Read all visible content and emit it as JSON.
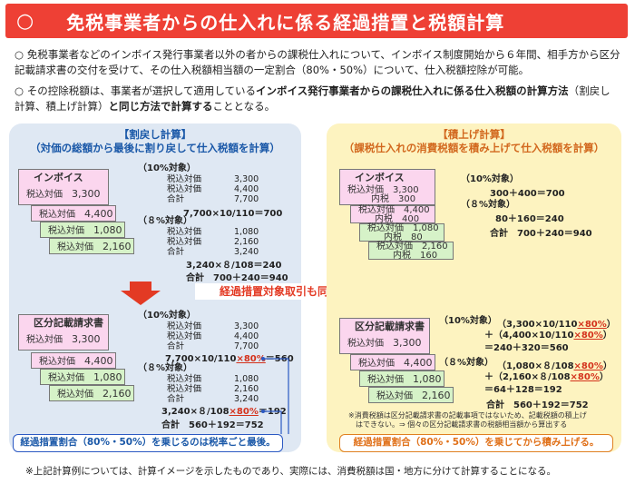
{
  "title": {
    "circle": "○",
    "text": "免税事業者からの仕入れに係る経過措置と税額計算"
  },
  "bullets": {
    "b1": "○ 免税事業者などのインボイス発行事業者以外の者からの課税仕入れについて、インボイス制度開始から６年間、相手方から区分記載請求書の交付を受けて、その仕入税額相当額の一定割合（80%・50%）について、仕入税額控除が可能。",
    "b2_pre": "○ その控除税額は、事業者が選択して適用している",
    "b2_bold": "インボイス発行事業者からの課税仕入れに係る仕入税額の計算方法",
    "b2_mid": "（割戻し計算、積上げ計算）",
    "b2_bold2": "と同じ方法で計算する",
    "b2_post": "こととなる。"
  },
  "left": {
    "head1": "【割戻し計算】",
    "head2": "（対価の総額から最後に割り戻して仕入税額を計算）",
    "inv_title": "インボイス",
    "kubun_title": "区分記載請求書",
    "lbl_price": "税込対価",
    "vals": [
      "3,300",
      "4,400",
      "1,080",
      "2,160"
    ],
    "r10": "（10%対象）",
    "r8": "（８%対象）",
    "t10_l1": "税込対価",
    "t10_v1": "3,300",
    "t10_l2": "税込対価",
    "t10_v2": "4,400",
    "t10_l3": "合計",
    "t10_v3": "7,700",
    "calc10": "7,700×10/110＝700",
    "t8_l1": "税込対価",
    "t8_v1": "1,080",
    "t8_l2": "税込対価",
    "t8_v2": "2,160",
    "t8_l3": "合計",
    "t8_v3": "3,240",
    "calc8": "3,240×８/108＝240",
    "total": "合計　700＋240＝940",
    "calc10b_pre": "7,700×10/110",
    "calc10b_pct": "×80%",
    "calc10b_post": "＝560",
    "calc8b_pre": "3,240×８/108",
    "calc8b_pct": "×80%",
    "calc8b_post": "＝192",
    "totalb": "合計　560＋192＝752",
    "note": "経過措置割合（80%・50%）を乗じるのは税率ごと最後。"
  },
  "middle": "経過措置対象取引も同じ方法で計算する",
  "right": {
    "head1": "【積上げ計算】",
    "head2": "（課税仕入れの消費税額を積み上げて仕入税額を計算）",
    "inv_title": "インボイス",
    "kubun_title": "区分記載請求書",
    "lbl_price": "税込対価",
    "lbl_tax": "内税",
    "vals": [
      "3,300",
      "4,400",
      "1,080",
      "2,160"
    ],
    "taxes": [
      "300",
      "400",
      "80",
      "160"
    ],
    "r10": "（10%対象）",
    "r8": "（８%対象）",
    "c10": "300＋400＝700",
    "c8": "80＋160＝240",
    "total": "合計　700＋240＝940",
    "b10_1_pre": "（3,300×10/110",
    "b10_1_pct": "×80%",
    "b10_1_post": "）",
    "b10_2_pre": "＋（4,400×10/110",
    "b10_2_pct": "×80%",
    "b10_2_post": "）",
    "b10_3": "＝240＋320＝560",
    "b8_1_pre": "（1,080×８/108",
    "b8_1_pct": "×80%",
    "b8_1_post": "）",
    "b8_2_pre": "＋（2,160×８/108",
    "b8_2_pct": "×80%",
    "b8_2_post": "）",
    "b8_3": "＝64＋128＝192",
    "totalb": "合計　560＋192＝752",
    "small1": "※消費税額は区分記載請求書の記載事項ではないため、記載税額の積上げ",
    "small2": "はできない。⇒ 個々の区分記載請求書の税額相当額から算出する",
    "note": "経過措置割合（80%・50%）を乗じてから積み上げる。"
  },
  "footer": "※上記計算例については、計算イメージを示したものであり、実際には、消費税額は国・地方に分けて計算することになる。"
}
